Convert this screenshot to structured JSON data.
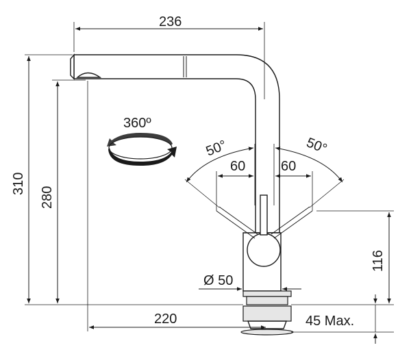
{
  "dimensions": {
    "top_width": "236",
    "total_height": "310",
    "spout_height": "280",
    "reach": "220",
    "lever_height": "116",
    "base_diameter": "Ø 50",
    "counter_thickness": "45 Max.",
    "left_offset": "60",
    "right_offset": "60",
    "left_angle": "50°",
    "right_angle": "50°",
    "rotation": "360º"
  },
  "icons": {
    "rotation_arrow": "rotation-arrow-icon"
  },
  "colors": {
    "line": "#1a1a1a",
    "fill_grey": "#e6e6e6"
  }
}
